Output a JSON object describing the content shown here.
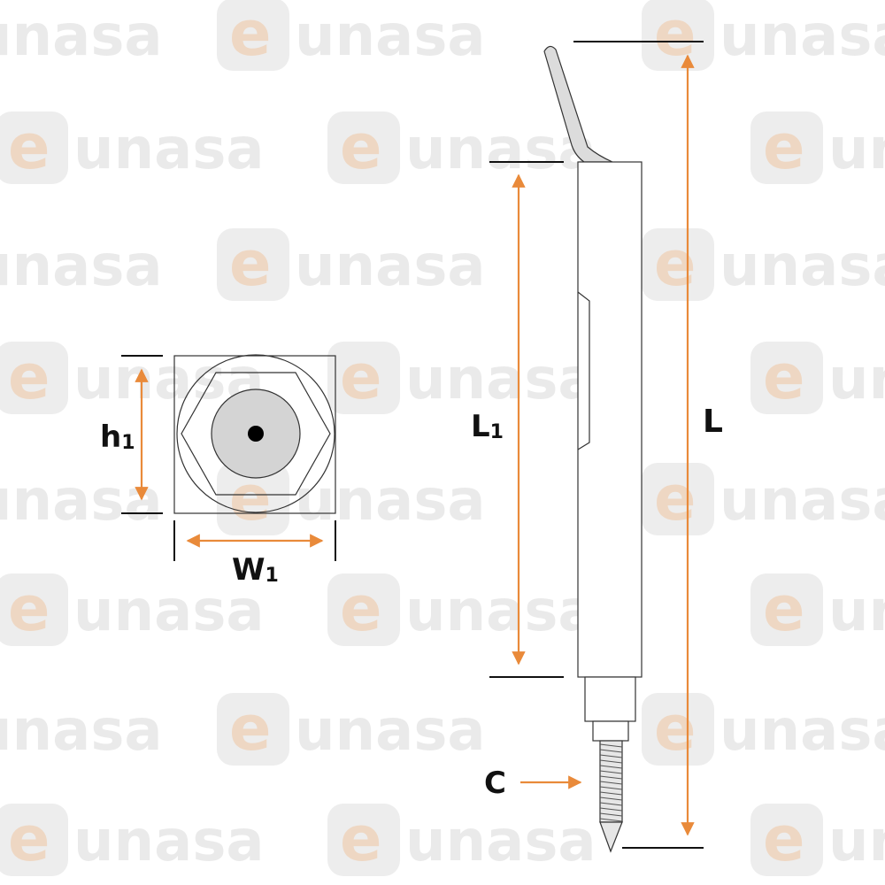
{
  "watermark": {
    "brand_text": "eunasa"
  },
  "dimensions": {
    "h1_label": "h1",
    "w1_label": "W1",
    "l1_label": "L1",
    "l_label": "L",
    "c_label": "C"
  },
  "colors": {
    "dimension_arrow": "#e98a3a",
    "watermark_e": "#f2a25a",
    "part_fill": "#ffffff",
    "part_stroke": "#333333",
    "dot": "#000000"
  }
}
